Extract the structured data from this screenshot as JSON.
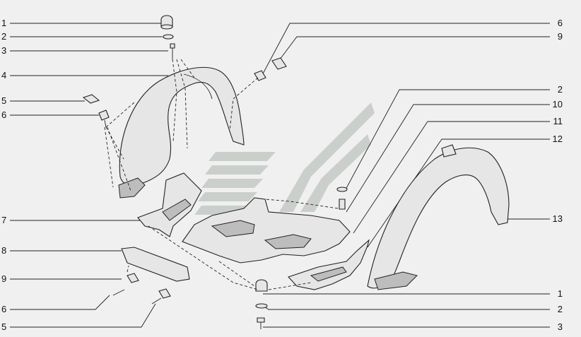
{
  "diagram": {
    "callouts_left": [
      "1",
      "2",
      "3",
      "4",
      "5",
      "6",
      "7",
      "8",
      "9",
      "6",
      "5"
    ],
    "callouts_right": [
      "6",
      "9",
      "2",
      "10",
      "11",
      "12",
      "13",
      "1",
      "2",
      "3"
    ],
    "colors": {
      "background": "#f0f0f0",
      "line": "#222222",
      "part_fill": "#e6e6e6",
      "watermark": "#bfc5c0"
    },
    "watermark": "logo-mark"
  }
}
